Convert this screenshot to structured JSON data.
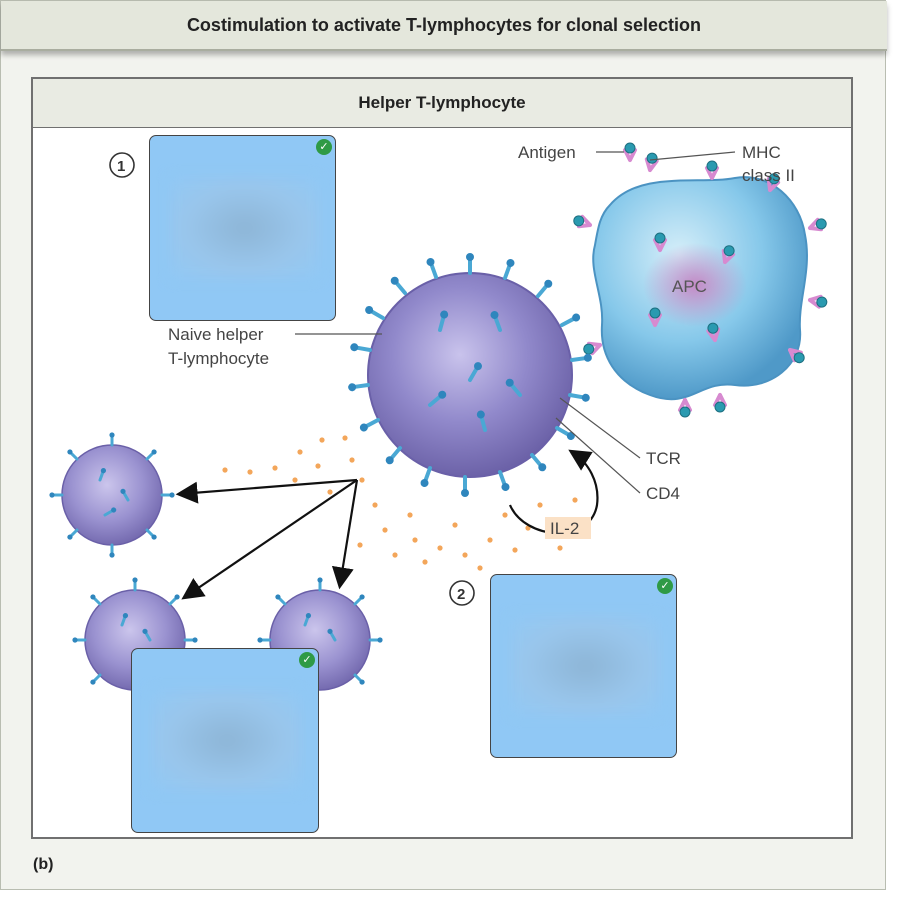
{
  "title": "Costimulation to activate T-lymphocytes for clonal selection",
  "panel": {
    "header": "Helper T-lymphocyte",
    "letter": "(b)"
  },
  "labels": {
    "antigen": "Antigen",
    "mhc_line1": "MHC",
    "mhc_line2": "class II",
    "apc": "APC",
    "naive_line1": "Naive helper",
    "naive_line2": "T-lymphocyte",
    "tcr": "TCR",
    "cd4": "CD4",
    "il2": "IL-2"
  },
  "steps": [
    "1",
    "2"
  ],
  "dropboxes": [
    {
      "status": "correct",
      "check": "✓"
    },
    {
      "status": "correct",
      "check": "✓"
    },
    {
      "status": "correct",
      "check": "✓"
    }
  ],
  "colors": {
    "tcell_body": "#8e86c8",
    "receptor": "#4fb0d9",
    "apc_body": "#7cc3e6",
    "mhc": "#d78ad0",
    "il2_dot": "#f3a65a",
    "dropbox": "#90c8f5",
    "check": "#2f9a45"
  }
}
